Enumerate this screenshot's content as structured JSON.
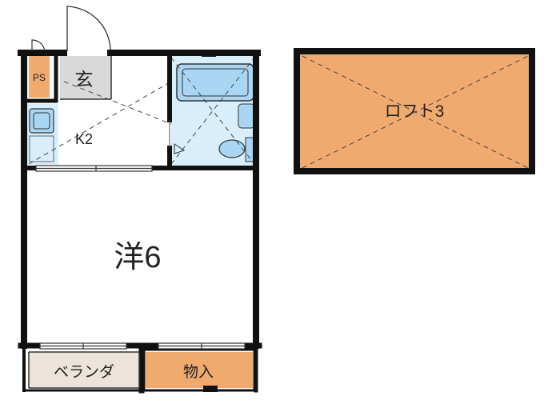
{
  "rooms": {
    "ps": "PS",
    "genkan": "玄",
    "kitchen": "K2",
    "western_room": "洋6",
    "balcony": "ベランダ",
    "storage": "物入",
    "loft": "ロフト3"
  },
  "colors": {
    "wall": "#111111",
    "loft_fill": "#f0aa6e",
    "storage_fill": "#f0aa6e",
    "balcony_fill": "#ece4da",
    "wet_area_fill": "#d8eefb",
    "fixture_fill": "#a9d6f3",
    "genkan_fill": "#d9d9d9",
    "ps_fill": "#f0aa6e"
  }
}
